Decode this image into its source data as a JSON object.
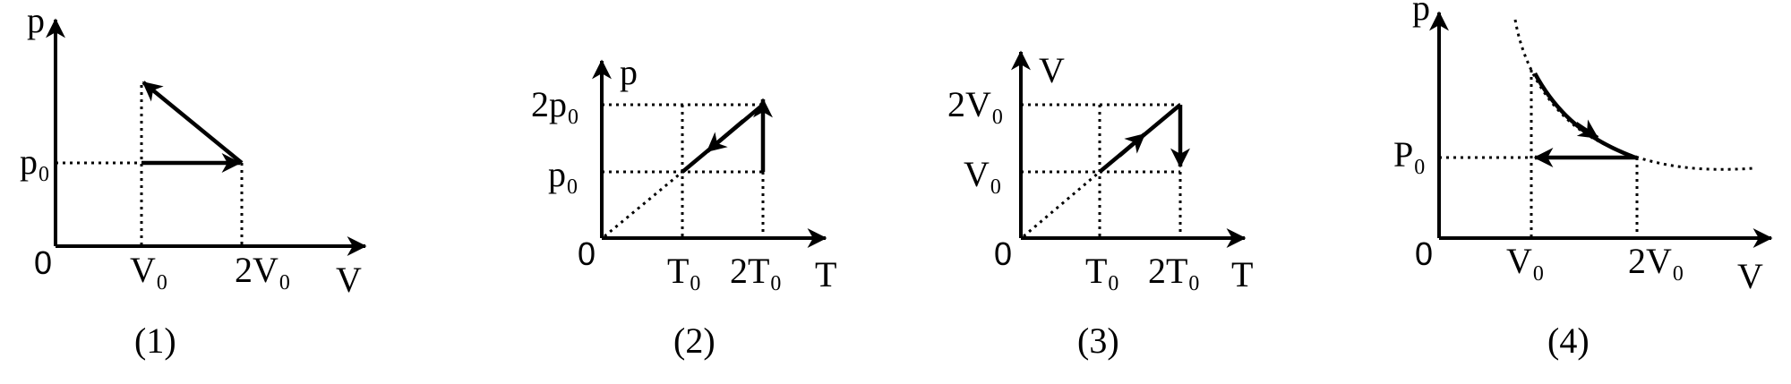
{
  "diagrams": [
    {
      "caption": "(1)",
      "y_axis": "p",
      "x_axis": "V",
      "origin": "0",
      "x_ticks": [
        "V₀",
        "2V₀"
      ],
      "y_ticks": [
        "p₀"
      ]
    },
    {
      "caption": "(2)",
      "y_axis": "p",
      "x_axis": "T",
      "origin": "0",
      "x_ticks": [
        "T₀",
        "2T₀"
      ],
      "y_ticks": [
        "p₀",
        "2p₀"
      ]
    },
    {
      "caption": "(3)",
      "y_axis": "V",
      "x_axis": "T",
      "origin": "0",
      "x_ticks": [
        "T₀",
        "2T₀"
      ],
      "y_ticks": [
        "V₀",
        "2V₀"
      ]
    },
    {
      "caption": "(4)",
      "y_axis": "p",
      "x_axis": "V",
      "origin": "0",
      "x_ticks": [
        "V₀",
        "2V₀"
      ],
      "y_ticks": [
        "P₀"
      ]
    }
  ]
}
